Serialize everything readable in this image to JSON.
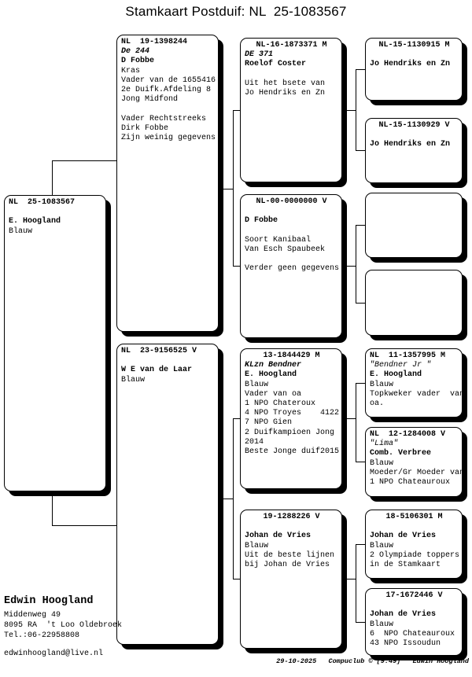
{
  "title": "Stamkaart Postduif: NL  25-1083567",
  "boxes": {
    "subject": {
      "lines": [
        {
          "t": "NL  25-1083567",
          "s": "hl"
        },
        {
          "t": "",
          "s": "r"
        },
        {
          "t": "E. Hoogland",
          "s": "b"
        },
        {
          "t": "Blauw",
          "s": "r"
        }
      ]
    },
    "father": {
      "lines": [
        {
          "t": "NL  19-1398244",
          "s": "hl"
        },
        {
          "t": "De 244",
          "s": "bi"
        },
        {
          "t": "D Fobbe",
          "s": "b"
        },
        {
          "t": "Kras",
          "s": "r"
        },
        {
          "t": "Vader van de 1655416",
          "s": "r"
        },
        {
          "t": "2e Duifk.Afdeling 8",
          "s": "r"
        },
        {
          "t": "Jong Midfond",
          "s": "r"
        },
        {
          "t": "",
          "s": "r"
        },
        {
          "t": "Vader Rechtstreeks",
          "s": "r"
        },
        {
          "t": "Dirk Fobbe",
          "s": "r"
        },
        {
          "t": "Zijn weinig gegevens",
          "s": "r"
        }
      ]
    },
    "mother": {
      "lines": [
        {
          "t": "NL  23-9156525 V",
          "s": "hl"
        },
        {
          "t": "",
          "s": "r"
        },
        {
          "t": "W E van de Laar",
          "s": "b"
        },
        {
          "t": "Blauw",
          "s": "r"
        }
      ]
    },
    "gf_paternal": {
      "lines": [
        {
          "t": "NL-16-1873371 M",
          "s": "hc"
        },
        {
          "t": "DE 371",
          "s": "bi"
        },
        {
          "t": "Roelof Coster",
          "s": "b"
        },
        {
          "t": "",
          "s": "r"
        },
        {
          "t": "Uit het bsete van",
          "s": "r"
        },
        {
          "t": "Jo Hendriks en Zn",
          "s": "r"
        }
      ]
    },
    "gm_paternal": {
      "lines": [
        {
          "t": "NL-00-0000000 V",
          "s": "hc"
        },
        {
          "t": "",
          "s": "r"
        },
        {
          "t": "D Fobbe",
          "s": "b"
        },
        {
          "t": "",
          "s": "r"
        },
        {
          "t": "Soort Kanibaal",
          "s": "r"
        },
        {
          "t": "Van Esch Spaubeek",
          "s": "r"
        },
        {
          "t": "",
          "s": "r"
        },
        {
          "t": "Verder geen gegevens",
          "s": "r"
        }
      ]
    },
    "gf_maternal": {
      "lines": [
        {
          "t": "13-1844429 M",
          "s": "hc"
        },
        {
          "t": "KLzn Bendner",
          "s": "bi"
        },
        {
          "t": "E. Hoogland",
          "s": "b"
        },
        {
          "t": "Blauw",
          "s": "r"
        },
        {
          "t": "Vader van oa",
          "s": "r"
        },
        {
          "t": "1 NPO Chateroux",
          "s": "r"
        },
        {
          "t": "4 NPO Troyes    4122",
          "s": "r"
        },
        {
          "t": "7 NPO Gien",
          "s": "r"
        },
        {
          "t": "2 Duifkampioen Jong",
          "s": "r"
        },
        {
          "t": "2014",
          "s": "r"
        },
        {
          "t": "Beste Jonge duif2015",
          "s": "r"
        }
      ]
    },
    "gm_maternal": {
      "lines": [
        {
          "t": "19-1288226 V",
          "s": "hc"
        },
        {
          "t": "",
          "s": "r"
        },
        {
          "t": "Johan de Vries",
          "s": "b"
        },
        {
          "t": "Blauw",
          "s": "r"
        },
        {
          "t": "Uit de beste lijnen",
          "s": "r"
        },
        {
          "t": "bij Johan de Vries",
          "s": "r"
        }
      ]
    },
    "ggp1": {
      "lines": [
        {
          "t": "NL-15-1130915 M",
          "s": "hc"
        },
        {
          "t": "",
          "s": "r"
        },
        {
          "t": "Jo Hendriks en Zn",
          "s": "b"
        }
      ]
    },
    "ggp2": {
      "lines": [
        {
          "t": "NL-15-1130929 V",
          "s": "hc"
        },
        {
          "t": "",
          "s": "r"
        },
        {
          "t": "Jo Hendriks en Zn",
          "s": "b"
        }
      ]
    },
    "ggp3": {
      "lines": []
    },
    "ggp4": {
      "lines": []
    },
    "ggp5": {
      "lines": [
        {
          "t": "NL  11-1357995 M",
          "s": "hl"
        },
        {
          "t": "\"Bendner Jr \"",
          "s": "i"
        },
        {
          "t": "E. Hoogland",
          "s": "b"
        },
        {
          "t": "Blauw",
          "s": "r"
        },
        {
          "t": "Topkweker vader  van",
          "s": "r"
        },
        {
          "t": "oa.",
          "s": "r"
        }
      ]
    },
    "ggp6": {
      "lines": [
        {
          "t": "NL  12-1284008 V",
          "s": "hl"
        },
        {
          "t": "\"Lima\"",
          "s": "i"
        },
        {
          "t": "Comb. Verbree",
          "s": "b"
        },
        {
          "t": "Blauw",
          "s": "r"
        },
        {
          "t": "Moeder/Gr Moeder van",
          "s": "r"
        },
        {
          "t": "1 NPO Chateauroux",
          "s": "r"
        }
      ]
    },
    "ggp7": {
      "lines": [
        {
          "t": "18-5106301 M",
          "s": "hc"
        },
        {
          "t": "",
          "s": "r"
        },
        {
          "t": "Johan de Vries",
          "s": "b"
        },
        {
          "t": "Blauw",
          "s": "r"
        },
        {
          "t": "2 Olympiade toppers",
          "s": "r"
        },
        {
          "t": "in de Stamkaart",
          "s": "r"
        }
      ]
    },
    "ggp8": {
      "lines": [
        {
          "t": "17-1672446 V",
          "s": "hc"
        },
        {
          "t": "",
          "s": "r"
        },
        {
          "t": "Johan de Vries",
          "s": "b"
        },
        {
          "t": "Blauw",
          "s": "r"
        },
        {
          "t": "6  NPO Chateauroux",
          "s": "r"
        },
        {
          "t": "43 NPO Issoudun",
          "s": "r"
        }
      ]
    }
  },
  "contact": {
    "name": "Edwin Hoogland",
    "address1": "Middenweg 49",
    "address2": "8095 RA  't Loo Oldebroek",
    "phone": "Tel.:06-22958808",
    "email": "edwinhoogland@live.nl"
  },
  "footer": "29-10-2025   Compuclub © [9.49]   Edwin Hoogland"
}
